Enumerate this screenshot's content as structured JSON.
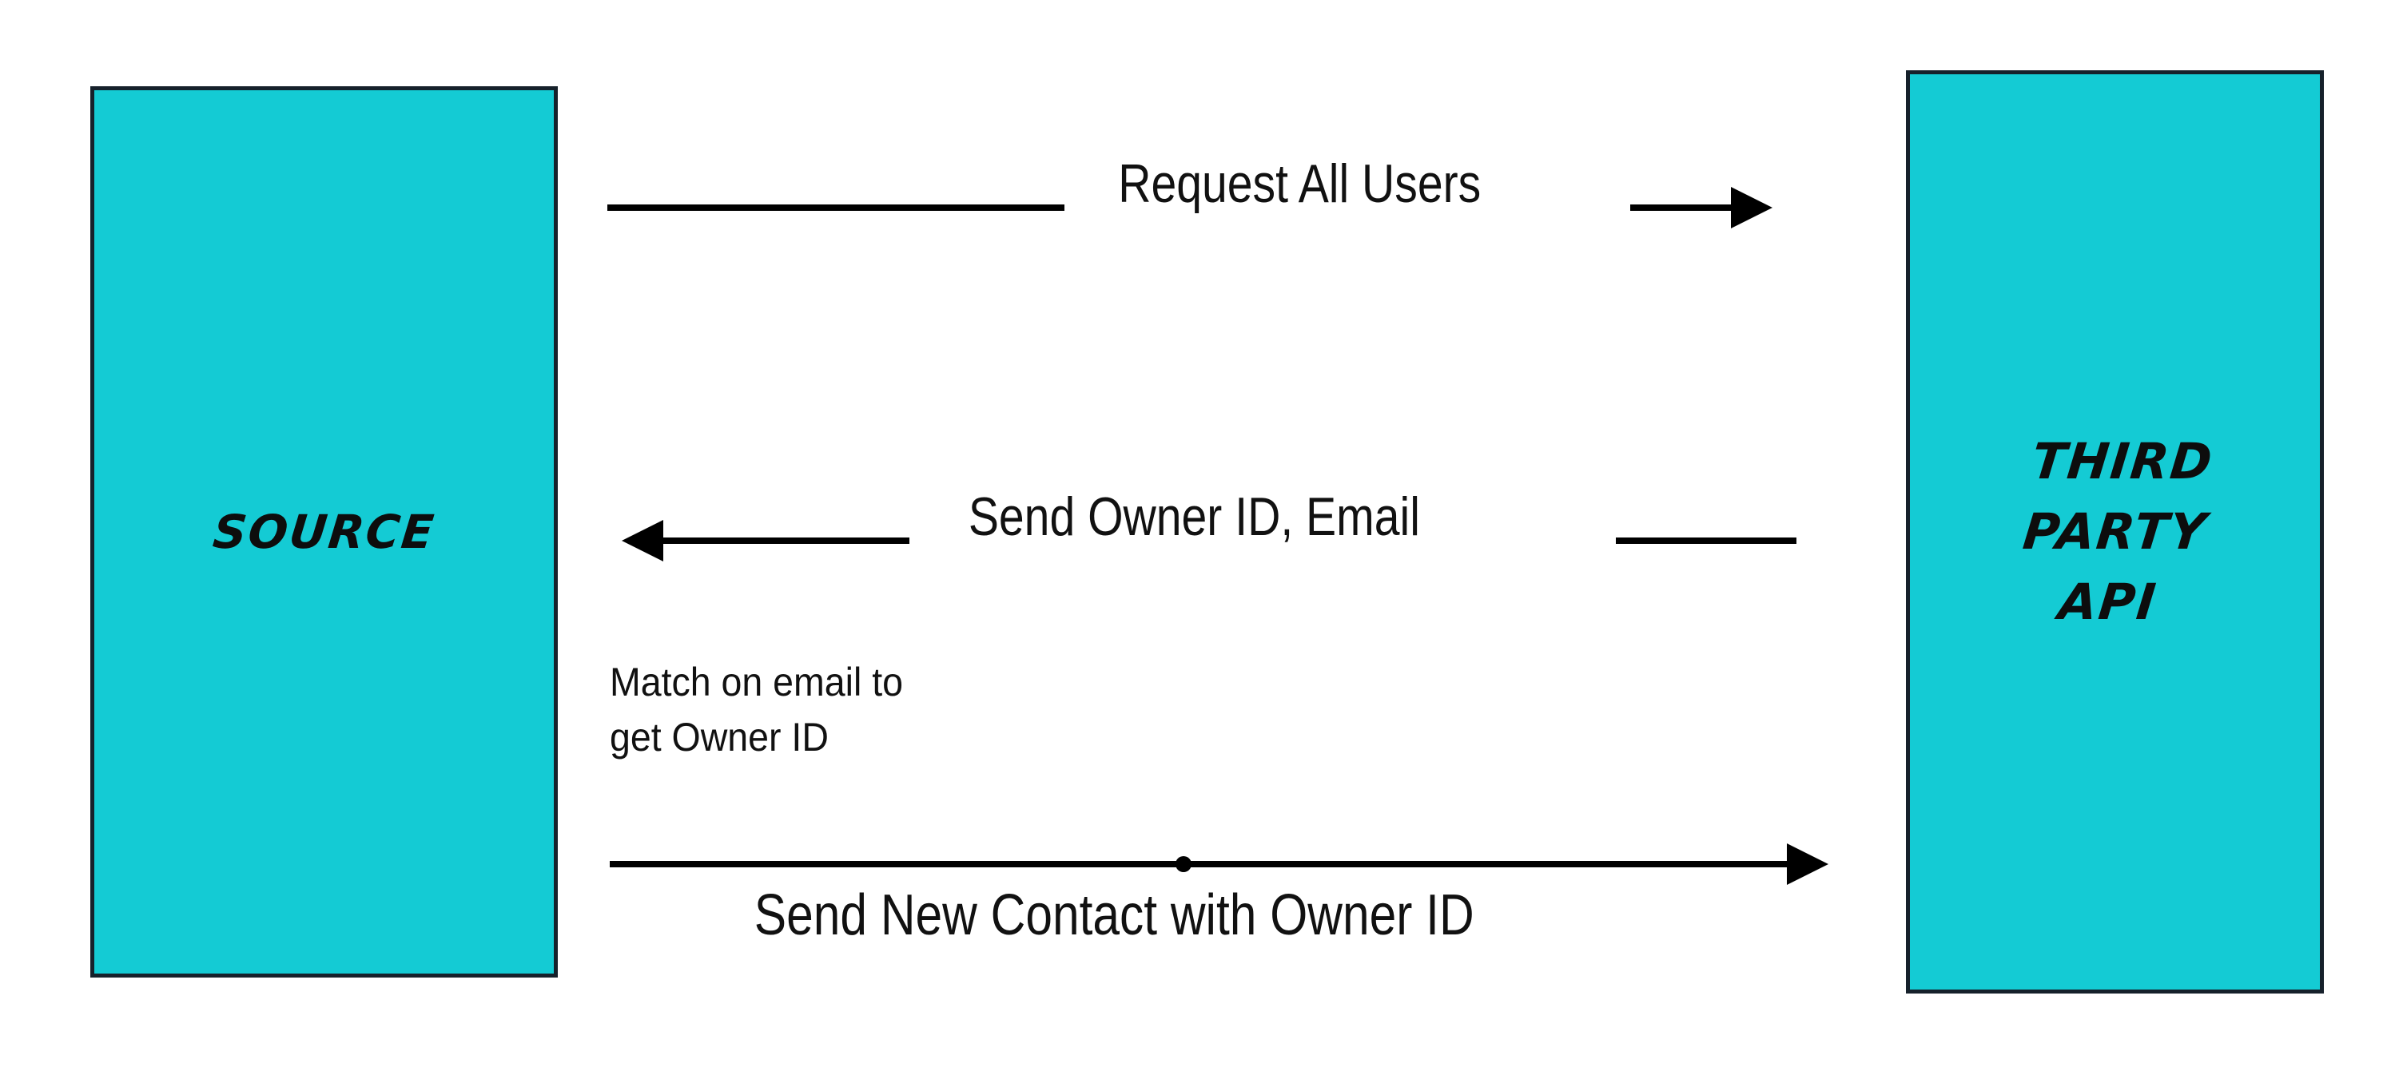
{
  "diagram": {
    "type": "sequence-flow",
    "background_color": "#ffffff",
    "node_fill_color": "#14CBD4",
    "node_border_color": "#16212b",
    "line_color": "#000000",
    "nodes": [
      {
        "id": "source",
        "label": "Source"
      },
      {
        "id": "third_party_api",
        "label": "Third\nParty\nAPI"
      }
    ],
    "edges": [
      {
        "id": "request-all-users",
        "label": "Request All Users",
        "from": "source",
        "to": "third_party_api",
        "direction": "right"
      },
      {
        "id": "send-owner-id-email",
        "label": "Send Owner ID, Email",
        "from": "third_party_api",
        "to": "source",
        "direction": "left"
      },
      {
        "id": "send-new-contact",
        "label": "Send New Contact with Owner ID",
        "from": "source",
        "to": "third_party_api",
        "direction": "right",
        "midpoint_marker": "dot"
      }
    ],
    "notes": [
      {
        "id": "match-on-email",
        "text": "Match on email to\nget Owner ID"
      }
    ]
  }
}
